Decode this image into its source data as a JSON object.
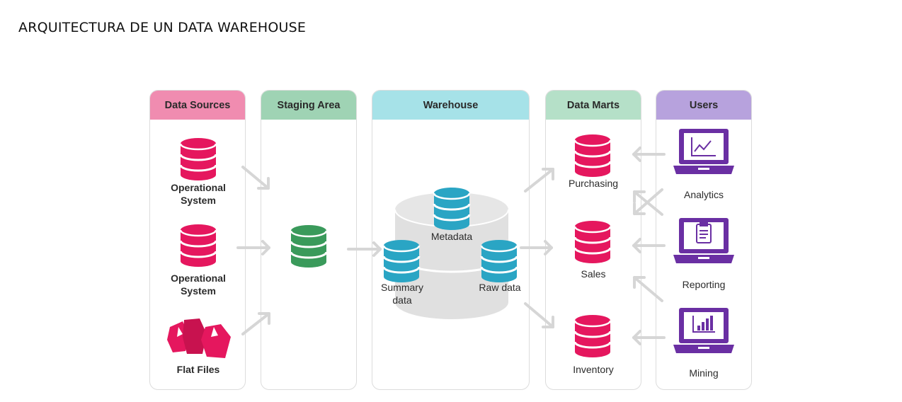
{
  "page": {
    "title": "ARQUITECTURA DE UN DATA WAREHOUSE"
  },
  "columns": {
    "data_sources": {
      "label": "Data Sources",
      "color": "#f08cb0"
    },
    "staging_area": {
      "label": "Staging Area",
      "color": "#9fd3b4"
    },
    "warehouse": {
      "label": "Warehouse",
      "color": "#a6e2e8"
    },
    "data_marts": {
      "label": "Data Marts",
      "color": "#b5e0c8"
    },
    "users": {
      "label": "Users",
      "color": "#b7a2dd"
    }
  },
  "sources": [
    {
      "label_1": "Operational",
      "label_2": "System",
      "icon": "database-icon"
    },
    {
      "label_1": "Operational",
      "label_2": "System",
      "icon": "database-icon"
    },
    {
      "label_1": "Flat Files",
      "icon": "files-icon"
    }
  ],
  "warehouse": {
    "metadata": "Metadata",
    "summary_1": "Summary",
    "summary_2": "data",
    "raw": "Raw data"
  },
  "marts": [
    {
      "label": "Purchasing"
    },
    {
      "label": "Sales"
    },
    {
      "label": "Inventory"
    }
  ],
  "users": [
    {
      "label": "Analytics",
      "icon": "line-chart-laptop-icon"
    },
    {
      "label": "Reporting",
      "icon": "clipboard-laptop-icon"
    },
    {
      "label": "Mining",
      "icon": "bar-chart-laptop-icon"
    }
  ],
  "colors": {
    "source_db": "#e5175e",
    "staging_db": "#3a9a5b",
    "warehouse_db": "#2aa5c4",
    "warehouse_drum": "#e0e0e0",
    "user_icon": "#6a2fa3",
    "arrow": "#d6d6d6"
  }
}
